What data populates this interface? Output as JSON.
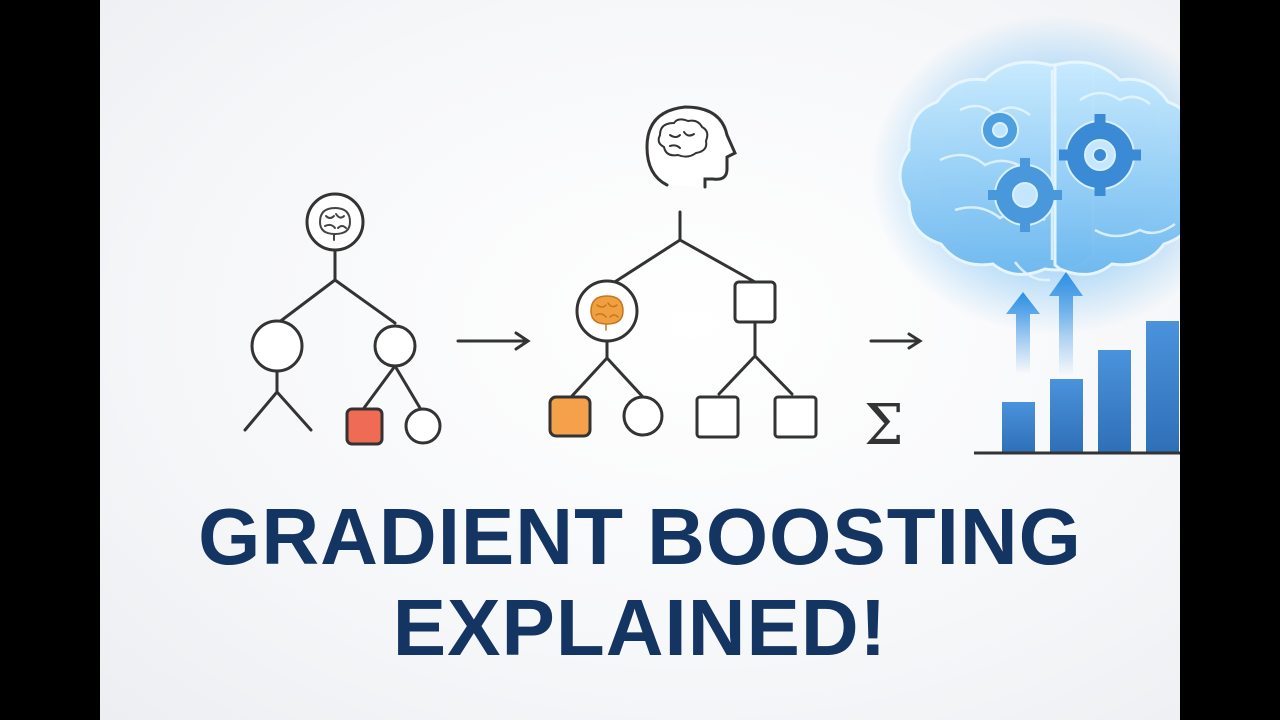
{
  "headline": {
    "line1": "GRADIENT BOOSTING",
    "line2": "EXPLAINED!"
  },
  "symbols": {
    "arrow": "→",
    "sum": "Σ"
  },
  "icons": [
    "brain-icon",
    "head-brain-icon",
    "gear-icon",
    "up-arrow-icon"
  ],
  "colors": {
    "title": "#143461",
    "outline": "#333333",
    "red_leaf": "#ef6b55",
    "orange_leaf": "#f5a04a",
    "brain_orange": "#f0a040",
    "bar_blue": "#3f86cf",
    "glow_blue": "#6fbcf4"
  }
}
